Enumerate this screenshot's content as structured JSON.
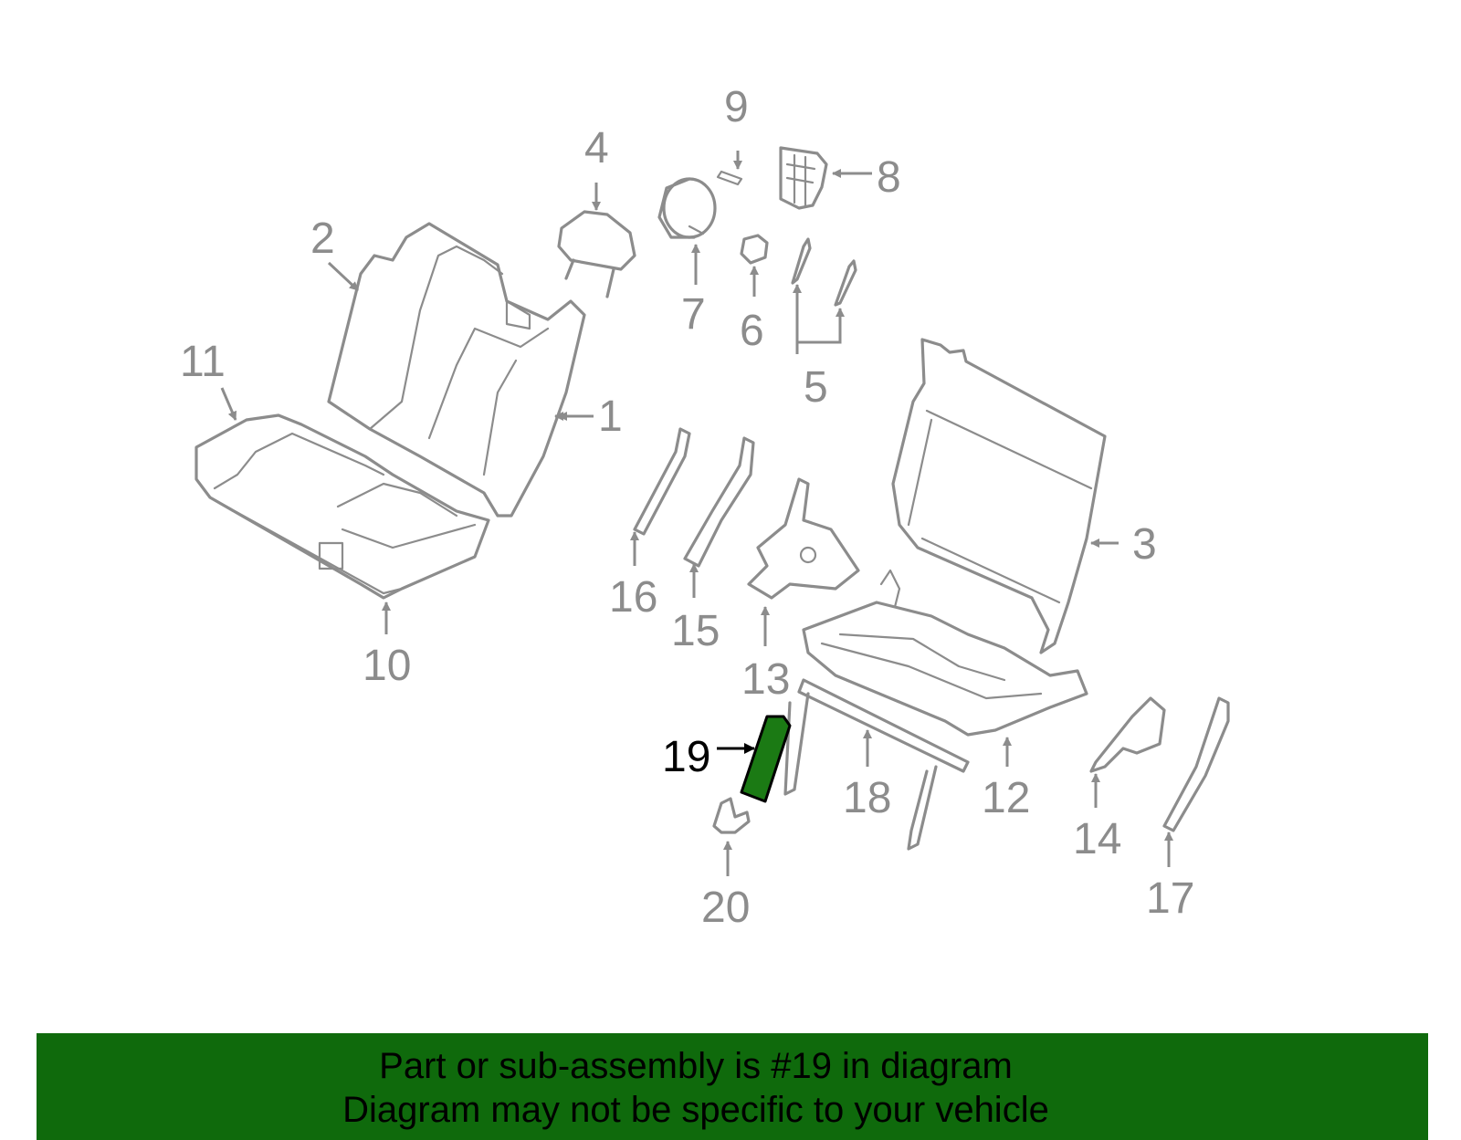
{
  "colors": {
    "part_stroke": "#8c8c8c",
    "highlight_fill": "#1b7a14",
    "banner_bg": "#0f6a0c",
    "text_active": "#000000"
  },
  "callouts": [
    "1",
    "2",
    "3",
    "4",
    "5",
    "6",
    "7",
    "8",
    "9",
    "10",
    "11",
    "12",
    "13",
    "14",
    "15",
    "16",
    "17",
    "18",
    "19",
    "20"
  ],
  "highlighted_part": "19",
  "banner": {
    "line1": "Part or sub-assembly is #19 in diagram",
    "line2": "Diagram may not be specific to your vehicle"
  }
}
